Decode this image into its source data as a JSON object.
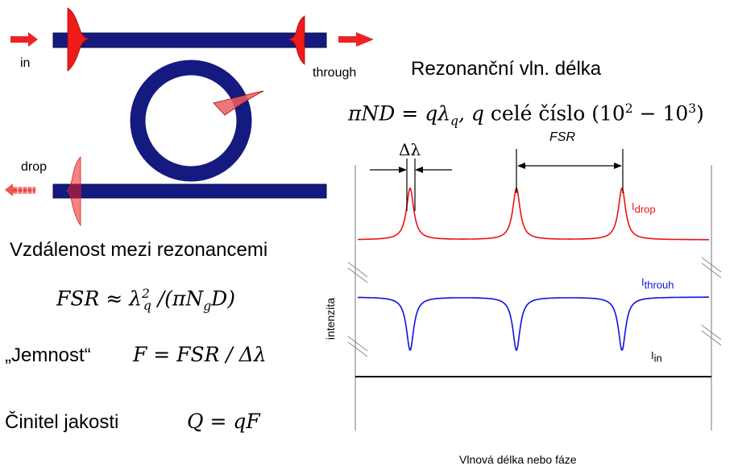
{
  "ring": {
    "in_label": "in",
    "through_label": "through",
    "drop_label": "drop"
  },
  "text": {
    "resonance_heading": "Rezonanční vln. délka",
    "resonance_eq_lhs": "πND = qλ",
    "resonance_eq_sub": "q",
    "resonance_eq_rest": ",  q",
    "resonance_eq_words": " celé číslo (10",
    "resonance_eq_exp1": "2",
    "resonance_eq_mid": " − 10",
    "resonance_eq_exp2": "3",
    "resonance_eq_end": ")",
    "fsr_heading": "Vzdálenost mezi rezonancemi",
    "fsr_eq_a": "FSR ≈ λ",
    "fsr_eq_sub_q": "q",
    "fsr_eq_sup_2": "2",
    "fsr_eq_b": " /(πN",
    "fsr_eq_sub_g": "g",
    "fsr_eq_c": "D)",
    "finesse_label": "„Jemnost“",
    "finesse_eq": "F = FSR / Δλ",
    "quality_label": "Činitel jakosti",
    "quality_eq": "Q = qF"
  },
  "chart_labels": {
    "delta_lambda": "Δλ",
    "fsr": "FSR",
    "i_drop_base": "I",
    "i_drop_sub": "drop",
    "i_through_base": "I",
    "i_through_sub": "throuh",
    "i_in_base": "I",
    "i_in_sub": "in",
    "y_axis": "intenzita",
    "x_axis": "Vlnová délka nebo fáze"
  },
  "colors": {
    "waveguide": "#141a80",
    "pulse": "#ee1b1b",
    "drop_curve": "#ee1111",
    "through_curve": "#1111dd",
    "in_line": "#000000"
  }
}
